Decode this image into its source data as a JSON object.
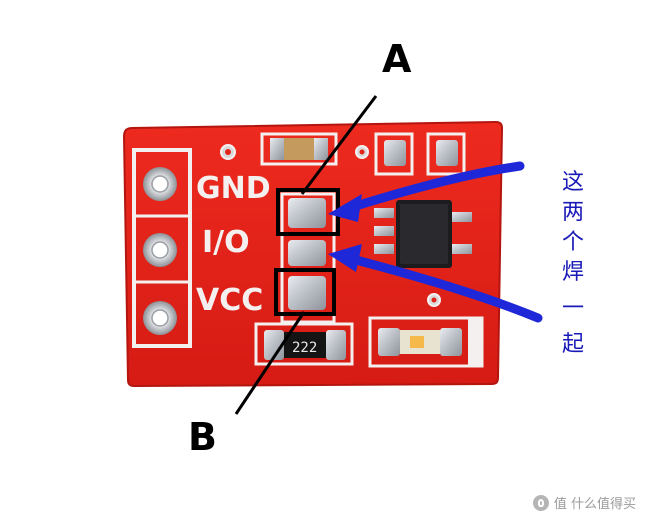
{
  "image": {
    "subject": "pcb-module",
    "colors": {
      "board": "#e3221a",
      "board_dark": "#b4150f",
      "silkscreen": "#f3f0ef",
      "pad": "#c9ccd1",
      "marker_box": "#000000",
      "arrow": "#1e28d9",
      "annotation_text": "#1a1ab8"
    }
  },
  "annotations": {
    "label_a": "A",
    "label_b": "B",
    "note_chars": [
      "这",
      "两",
      "个",
      "焊",
      "一",
      "起"
    ]
  },
  "board_text": {
    "gnd": "GND",
    "io": "I/O",
    "vcc": "VCC",
    "resistor_code": "222"
  },
  "watermark": {
    "text": "值 什么值得买"
  }
}
